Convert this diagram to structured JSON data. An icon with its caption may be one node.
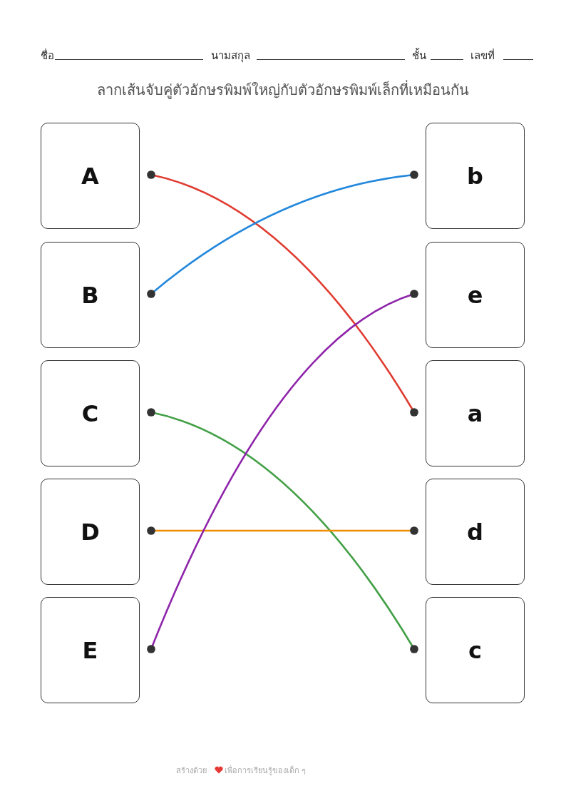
{
  "diagram": {
    "title": "ลากเส้นจับคู่ตัวอักษรพิมพ์ใหญ่กับตัวอักษรพิมพ์เล็กที่เหมือนกัน",
    "nodes": [
      {
        "text": [
          "A"
        ]
      },
      {
        "text": [
          "b"
        ]
      },
      {
        "text": [
          "B"
        ]
      },
      {
        "text": [
          "e"
        ]
      },
      {
        "text": [
          "C"
        ]
      },
      {
        "text": [
          "a"
        ]
      },
      {
        "text": [
          "D"
        ]
      },
      {
        "text": [
          "d"
        ]
      },
      {
        "text": [
          "E"
        ]
      },
      {
        "text": [
          "c"
        ]
      }
    ],
    "edges": [
      {
        "from": 0,
        "to": 5,
        "arrow": "other",
        "color": "#e03c31"
      },
      {
        "from": 2,
        "to": 1,
        "arrow": "other",
        "color": "#2388dc"
      },
      {
        "from": 4,
        "to": 9,
        "arrow": "other",
        "color": "#43a047"
      },
      {
        "from": 6,
        "to": 7,
        "arrow": "other",
        "color": "#f08c00"
      },
      {
        "from": 8,
        "to": 3,
        "arrow": "other",
        "color": "#8e24aa"
      }
    ],
    "labels": [
      "ชื่อ",
      "นามสกุล",
      "ชั้น",
      "เลขที่",
      "สร้างด้วย",
      "เพื่อการเรียนรู้ของเด็ก ๆ"
    ]
  }
}
